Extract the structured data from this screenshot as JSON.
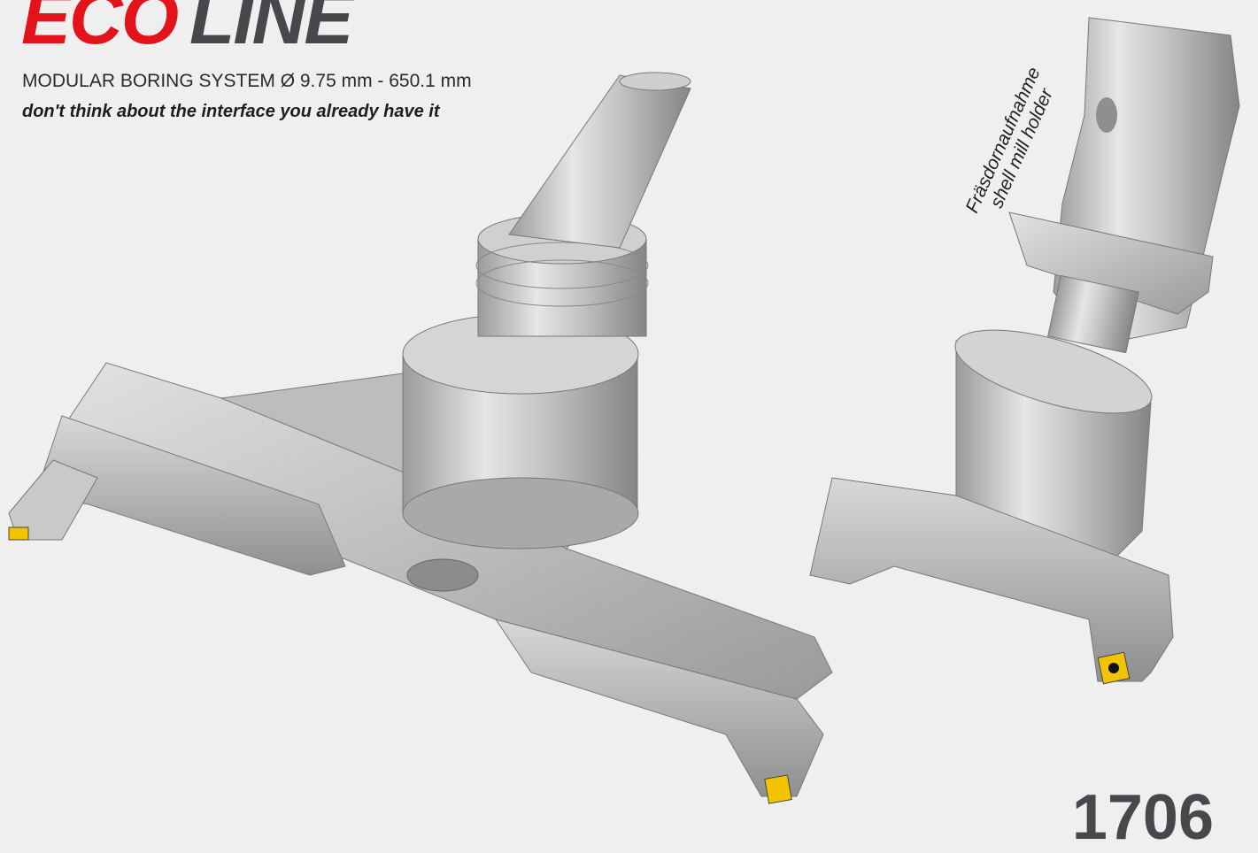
{
  "header": {
    "brand_eco": "ECO",
    "brand_line": "LINE",
    "subtitle": "MODULAR BORING SYSTEM Ø 9.75 mm - 650.1 mm",
    "tagline": "don't think about the interface you already have it"
  },
  "callout": {
    "line1": "Fräsdornaufnahme",
    "line2": "shell mill holder"
  },
  "footer": {
    "page_number": "1706"
  },
  "colors": {
    "brand_red": "#e3131b",
    "brand_gray": "#46484c",
    "background": "#efefef",
    "insert_yellow": "#f2c400"
  },
  "images": {
    "main_tool": "modular-boring-head-with-taper-shank",
    "shell_mill_holder": "hsk-shell-mill-holder",
    "boring_head": "boring-head-with-insert"
  }
}
